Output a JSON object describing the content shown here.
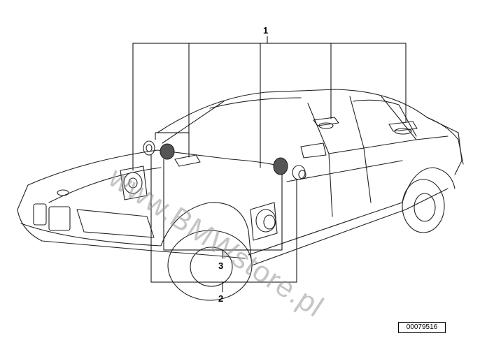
{
  "callouts": {
    "one": "1",
    "two": "2",
    "three": "3"
  },
  "reference_number": "00079516",
  "watermark": "www.BMWstore.pl",
  "colors": {
    "line": "#222222",
    "watermark": "#969696"
  }
}
